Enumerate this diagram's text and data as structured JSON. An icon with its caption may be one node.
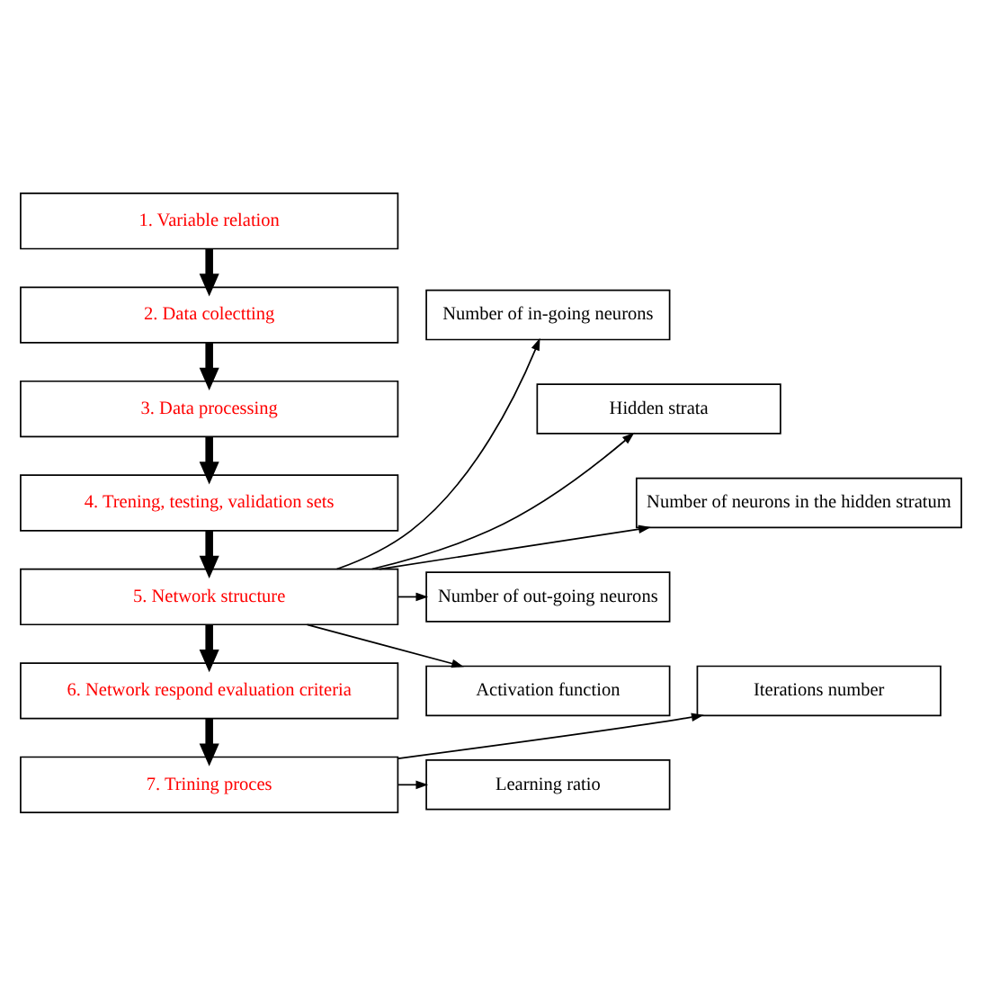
{
  "diagram": {
    "nodes": [
      {
        "text": [
          "1. Variable relation"
        ]
      },
      {
        "text": [
          "2. Data colectting"
        ]
      },
      {
        "text": [
          "3. Data processing"
        ]
      },
      {
        "text": [
          "4. Trening, testing, validation sets"
        ]
      },
      {
        "text": [
          "5. Network structure"
        ]
      },
      {
        "text": [
          "6. Network respond evaluation criteria"
        ]
      },
      {
        "text": [
          "7. Trining proces"
        ]
      },
      {
        "text": [
          "Number of in-going neurons"
        ]
      },
      {
        "text": [
          "Hidden strata"
        ]
      },
      {
        "text": [
          "Number of neurons in the hidden stratum"
        ]
      },
      {
        "text": [
          "Number of out-going neurons"
        ]
      },
      {
        "text": [
          "Activation function"
        ]
      },
      {
        "text": [
          "Iterations number"
        ]
      },
      {
        "text": [
          "Learning ratio"
        ]
      }
    ],
    "edges": [
      {
        "from": 0,
        "to": 1,
        "arrow": "to",
        "style": "thick"
      },
      {
        "from": 1,
        "to": 2,
        "arrow": "to",
        "style": "thick"
      },
      {
        "from": 2,
        "to": 3,
        "arrow": "to",
        "style": "thick"
      },
      {
        "from": 3,
        "to": 4,
        "arrow": "to",
        "style": "thick"
      },
      {
        "from": 4,
        "to": 5,
        "arrow": "to",
        "style": "thick"
      },
      {
        "from": 5,
        "to": 6,
        "arrow": "to",
        "style": "thick"
      },
      {
        "from": 4,
        "to": 7,
        "arrow": "to"
      },
      {
        "from": 4,
        "to": 8,
        "arrow": "to"
      },
      {
        "from": 4,
        "to": 9,
        "arrow": "to"
      },
      {
        "from": 4,
        "to": 10,
        "arrow": "to"
      },
      {
        "from": 4,
        "to": 11,
        "arrow": "to"
      },
      {
        "from": 6,
        "to": 12,
        "arrow": "to"
      },
      {
        "from": 6,
        "to": 13,
        "arrow": "to"
      }
    ]
  }
}
